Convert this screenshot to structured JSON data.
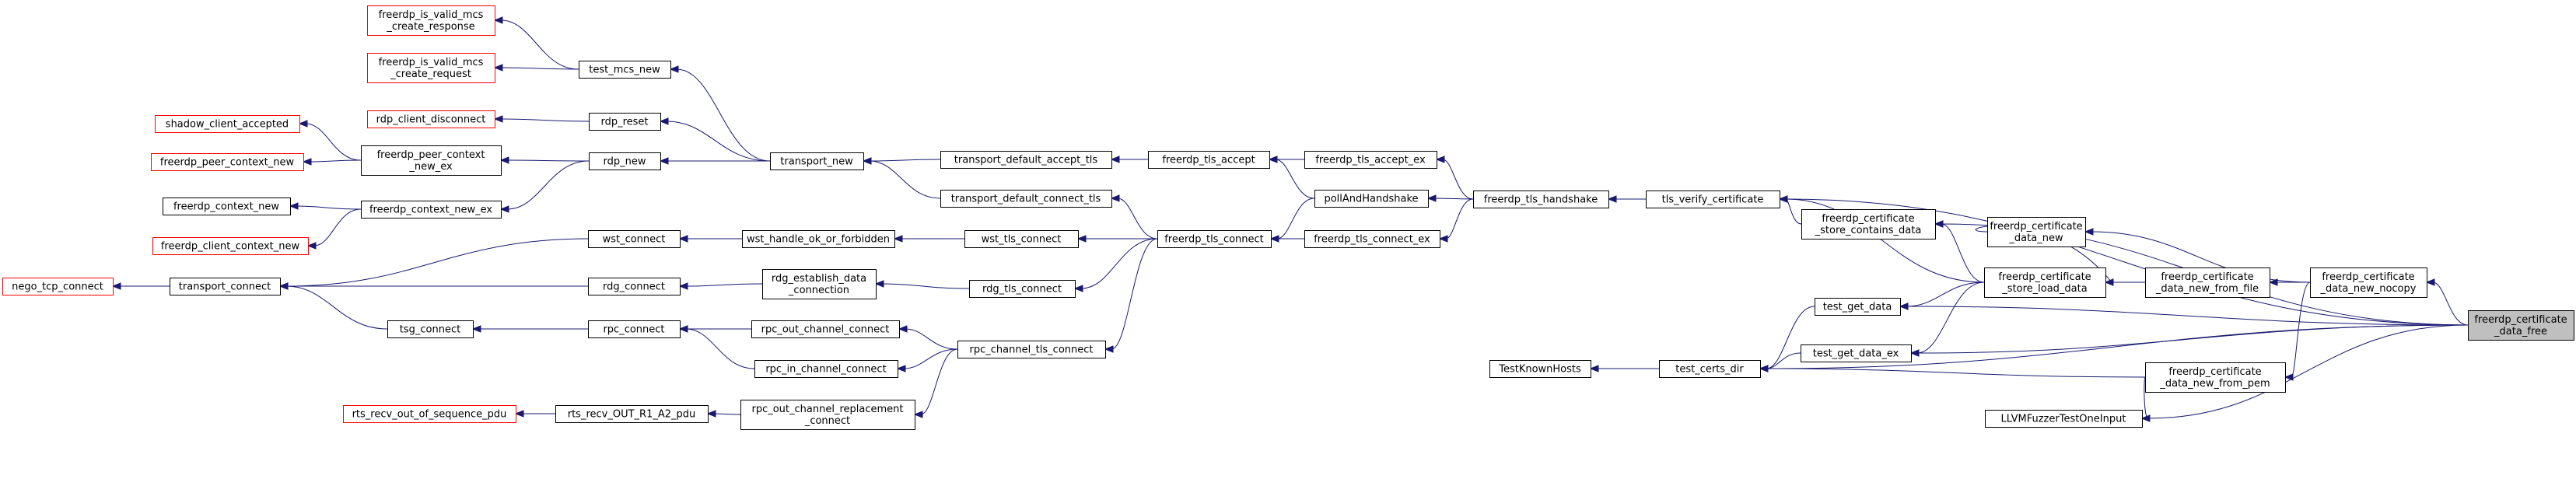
{
  "graph": {
    "kind": "call graph",
    "colors": {
      "edge": "#191970",
      "external_border": "#ff0000",
      "node_border": "#000000",
      "target_fill": "#bfbfbf"
    },
    "nodes": [
      {
        "id": "freerdp_is_valid_mcs_create_response",
        "lines": [
          "freerdp_is_valid_mcs",
          "_create_response"
        ],
        "style": "red"
      },
      {
        "id": "freerdp_is_valid_mcs_create_request",
        "lines": [
          "freerdp_is_valid_mcs",
          "_create_request"
        ],
        "style": "red"
      },
      {
        "id": "test_mcs_new",
        "lines": [
          "test_mcs_new"
        ],
        "style": "normal"
      },
      {
        "id": "rdp_client_disconnect",
        "lines": [
          "rdp_client_disconnect"
        ],
        "style": "red"
      },
      {
        "id": "rdp_reset",
        "lines": [
          "rdp_reset"
        ],
        "style": "normal"
      },
      {
        "id": "shadow_client_accepted",
        "lines": [
          "shadow_client_accepted"
        ],
        "style": "red"
      },
      {
        "id": "freerdp_peer_context_new",
        "lines": [
          "freerdp_peer_context_new"
        ],
        "style": "red"
      },
      {
        "id": "freerdp_peer_context_new_ex",
        "lines": [
          "freerdp_peer_context",
          "_new_ex"
        ],
        "style": "normal"
      },
      {
        "id": "rdp_new",
        "lines": [
          "rdp_new"
        ],
        "style": "normal"
      },
      {
        "id": "freerdp_context_new",
        "lines": [
          "freerdp_context_new"
        ],
        "style": "normal"
      },
      {
        "id": "freerdp_client_context_new",
        "lines": [
          "freerdp_client_context_new"
        ],
        "style": "red"
      },
      {
        "id": "freerdp_context_new_ex",
        "lines": [
          "freerdp_context_new_ex"
        ],
        "style": "normal"
      },
      {
        "id": "transport_new",
        "lines": [
          "transport_new"
        ],
        "style": "normal"
      },
      {
        "id": "transport_default_accept_tls",
        "lines": [
          "transport_default_accept_tls"
        ],
        "style": "normal"
      },
      {
        "id": "transport_default_connect_tls",
        "lines": [
          "transport_default_connect_tls"
        ],
        "style": "normal"
      },
      {
        "id": "freerdp_tls_accept",
        "lines": [
          "freerdp_tls_accept"
        ],
        "style": "normal"
      },
      {
        "id": "freerdp_tls_accept_ex",
        "lines": [
          "freerdp_tls_accept_ex"
        ],
        "style": "normal"
      },
      {
        "id": "pollAndHandshake",
        "lines": [
          "pollAndHandshake"
        ],
        "style": "normal"
      },
      {
        "id": "freerdp_tls_handshake",
        "lines": [
          "freerdp_tls_handshake"
        ],
        "style": "normal"
      },
      {
        "id": "tls_verify_certificate",
        "lines": [
          "tls_verify_certificate"
        ],
        "style": "normal"
      },
      {
        "id": "freerdp_certificate_store_contains_data",
        "lines": [
          "freerdp_certificate",
          "_store_contains_data"
        ],
        "style": "normal"
      },
      {
        "id": "freerdp_certificate_data_new",
        "lines": [
          "freerdp_certificate",
          "_data_new"
        ],
        "style": "normal"
      },
      {
        "id": "wst_connect",
        "lines": [
          "wst_connect"
        ],
        "style": "normal"
      },
      {
        "id": "wst_handle_ok_or_forbidden",
        "lines": [
          "wst_handle_ok_or_forbidden"
        ],
        "style": "normal"
      },
      {
        "id": "wst_tls_connect",
        "lines": [
          "wst_tls_connect"
        ],
        "style": "normal"
      },
      {
        "id": "freerdp_tls_connect",
        "lines": [
          "freerdp_tls_connect"
        ],
        "style": "normal"
      },
      {
        "id": "freerdp_tls_connect_ex",
        "lines": [
          "freerdp_tls_connect_ex"
        ],
        "style": "normal"
      },
      {
        "id": "nego_tcp_connect",
        "lines": [
          "nego_tcp_connect"
        ],
        "style": "red"
      },
      {
        "id": "transport_connect",
        "lines": [
          "transport_connect"
        ],
        "style": "normal"
      },
      {
        "id": "rdg_connect",
        "lines": [
          "rdg_connect"
        ],
        "style": "normal"
      },
      {
        "id": "rdg_establish_data_connection",
        "lines": [
          "rdg_establish_data",
          "_connection"
        ],
        "style": "normal"
      },
      {
        "id": "rdg_tls_connect",
        "lines": [
          "rdg_tls_connect"
        ],
        "style": "normal"
      },
      {
        "id": "freerdp_certificate_store_load_data",
        "lines": [
          "freerdp_certificate",
          "_store_load_data"
        ],
        "style": "normal"
      },
      {
        "id": "freerdp_certificate_data_new_from_file",
        "lines": [
          "freerdp_certificate",
          "_data_new_from_file"
        ],
        "style": "normal"
      },
      {
        "id": "freerdp_certificate_data_new_nocopy",
        "lines": [
          "freerdp_certificate",
          "_data_new_nocopy"
        ],
        "style": "normal"
      },
      {
        "id": "test_get_data",
        "lines": [
          "test_get_data"
        ],
        "style": "normal"
      },
      {
        "id": "tsg_connect",
        "lines": [
          "tsg_connect"
        ],
        "style": "normal"
      },
      {
        "id": "rpc_connect",
        "lines": [
          "rpc_connect"
        ],
        "style": "normal"
      },
      {
        "id": "rpc_out_channel_connect",
        "lines": [
          "rpc_out_channel_connect"
        ],
        "style": "normal"
      },
      {
        "id": "rpc_in_channel_connect",
        "lines": [
          "rpc_in_channel_connect"
        ],
        "style": "normal"
      },
      {
        "id": "rpc_channel_tls_connect",
        "lines": [
          "rpc_channel_tls_connect"
        ],
        "style": "normal"
      },
      {
        "id": "test_get_data_ex",
        "lines": [
          "test_get_data_ex"
        ],
        "style": "normal"
      },
      {
        "id": "freerdp_certificate_data_free",
        "lines": [
          "freerdp_certificate",
          "_data_free"
        ],
        "style": "target"
      },
      {
        "id": "TestKnownHosts",
        "lines": [
          "TestKnownHosts"
        ],
        "style": "normal"
      },
      {
        "id": "test_certs_dir",
        "lines": [
          "test_certs_dir"
        ],
        "style": "normal"
      },
      {
        "id": "freerdp_certificate_data_new_from_pem",
        "lines": [
          "freerdp_certificate",
          "_data_new_from_pem"
        ],
        "style": "normal"
      },
      {
        "id": "rts_recv_out_of_sequence_pdu",
        "lines": [
          "rts_recv_out_of_sequence_pdu"
        ],
        "style": "red"
      },
      {
        "id": "rts_recv_OUT_R1_A2_pdu",
        "lines": [
          "rts_recv_OUT_R1_A2_pdu"
        ],
        "style": "normal"
      },
      {
        "id": "rpc_out_channel_replacement_connect",
        "lines": [
          "rpc_out_channel_replacement",
          "_connect"
        ],
        "style": "normal"
      },
      {
        "id": "LLVMFuzzerTestOneInput",
        "lines": [
          "LLVMFuzzerTestOneInput"
        ],
        "style": "normal"
      }
    ],
    "edges": [
      [
        "freerdp_is_valid_mcs_create_response",
        "test_mcs_new"
      ],
      [
        "freerdp_is_valid_mcs_create_request",
        "test_mcs_new"
      ],
      [
        "test_mcs_new",
        "transport_new"
      ],
      [
        "rdp_client_disconnect",
        "rdp_reset"
      ],
      [
        "rdp_reset",
        "transport_new"
      ],
      [
        "shadow_client_accepted",
        "freerdp_peer_context_new_ex"
      ],
      [
        "freerdp_peer_context_new",
        "freerdp_peer_context_new_ex"
      ],
      [
        "freerdp_peer_context_new_ex",
        "rdp_new"
      ],
      [
        "freerdp_context_new",
        "freerdp_context_new_ex"
      ],
      [
        "freerdp_client_context_new",
        "freerdp_context_new_ex"
      ],
      [
        "freerdp_context_new_ex",
        "rdp_new"
      ],
      [
        "rdp_new",
        "transport_new"
      ],
      [
        "transport_new",
        "transport_default_accept_tls"
      ],
      [
        "transport_new",
        "transport_default_connect_tls"
      ],
      [
        "transport_default_accept_tls",
        "freerdp_tls_accept"
      ],
      [
        "transport_default_connect_tls",
        "freerdp_tls_connect"
      ],
      [
        "freerdp_tls_accept",
        "freerdp_tls_accept_ex"
      ],
      [
        "freerdp_tls_accept",
        "pollAndHandshake"
      ],
      [
        "freerdp_tls_accept_ex",
        "freerdp_tls_handshake"
      ],
      [
        "pollAndHandshake",
        "freerdp_tls_handshake"
      ],
      [
        "freerdp_tls_connect",
        "pollAndHandshake"
      ],
      [
        "freerdp_tls_connect",
        "freerdp_tls_connect_ex"
      ],
      [
        "freerdp_tls_connect_ex",
        "freerdp_tls_handshake"
      ],
      [
        "freerdp_tls_handshake",
        "tls_verify_certificate"
      ],
      [
        "tls_verify_certificate",
        "freerdp_certificate_store_contains_data"
      ],
      [
        "tls_verify_certificate",
        "freerdp_certificate_store_load_data"
      ],
      [
        "tls_verify_certificate",
        "freerdp_certificate_data_free"
      ],
      [
        "freerdp_certificate_store_contains_data",
        "freerdp_certificate_store_load_data"
      ],
      [
        "freerdp_certificate_store_contains_data",
        "freerdp_certificate_data_free"
      ],
      [
        "freerdp_certificate_data_new",
        "freerdp_certificate_data_new_nocopy"
      ],
      [
        "wst_connect",
        "wst_handle_ok_or_forbidden"
      ],
      [
        "wst_connect",
        "wst_tls_connect"
      ],
      [
        "wst_handle_ok_or_forbidden",
        "wst_tls_connect"
      ],
      [
        "wst_tls_connect",
        "freerdp_tls_connect"
      ],
      [
        "nego_tcp_connect",
        "transport_connect"
      ],
      [
        "transport_connect",
        "wst_connect"
      ],
      [
        "transport_connect",
        "rdg_connect"
      ],
      [
        "transport_connect",
        "tsg_connect"
      ],
      [
        "rdg_connect",
        "rdg_establish_data_connection"
      ],
      [
        "rdg_establish_data_connection",
        "rdg_tls_connect"
      ],
      [
        "rdg_tls_connect",
        "freerdp_tls_connect"
      ],
      [
        "freerdp_certificate_store_load_data",
        "freerdp_certificate_data_new_from_file"
      ],
      [
        "freerdp_certificate_store_load_data",
        "freerdp_certificate_data_new"
      ],
      [
        "freerdp_certificate_data_new_from_file",
        "freerdp_certificate_data_new_nocopy"
      ],
      [
        "freerdp_certificate_data_new_nocopy",
        "freerdp_certificate_data_free"
      ],
      [
        "test_get_data",
        "freerdp_certificate_store_load_data"
      ],
      [
        "test_get_data",
        "freerdp_certificate_data_free"
      ],
      [
        "tsg_connect",
        "rpc_connect"
      ],
      [
        "rpc_connect",
        "rpc_out_channel_connect"
      ],
      [
        "rpc_connect",
        "rpc_in_channel_connect"
      ],
      [
        "rpc_out_channel_connect",
        "rpc_channel_tls_connect"
      ],
      [
        "rpc_in_channel_connect",
        "rpc_channel_tls_connect"
      ],
      [
        "rpc_channel_tls_connect",
        "freerdp_tls_connect"
      ],
      [
        "test_get_data_ex",
        "freerdp_certificate_store_load_data"
      ],
      [
        "test_get_data_ex",
        "freerdp_certificate_data_free"
      ],
      [
        "TestKnownHosts",
        "test_certs_dir"
      ],
      [
        "test_certs_dir",
        "test_get_data"
      ],
      [
        "test_certs_dir",
        "test_get_data_ex"
      ],
      [
        "test_certs_dir",
        "freerdp_certificate_data_new_from_pem"
      ],
      [
        "test_certs_dir",
        "freerdp_certificate_data_free"
      ],
      [
        "freerdp_certificate_data_new_from_pem",
        "freerdp_certificate_data_new_nocopy"
      ],
      [
        "rts_recv_out_of_sequence_pdu",
        "rts_recv_OUT_R1_A2_pdu"
      ],
      [
        "rts_recv_OUT_R1_A2_pdu",
        "rpc_out_channel_replacement_connect"
      ],
      [
        "rpc_out_channel_replacement_connect",
        "rpc_channel_tls_connect"
      ],
      [
        "LLVMFuzzerTestOneInput",
        "freerdp_certificate_data_new_from_pem"
      ],
      [
        "LLVMFuzzerTestOneInput",
        "freerdp_certificate_data_free"
      ]
    ]
  }
}
